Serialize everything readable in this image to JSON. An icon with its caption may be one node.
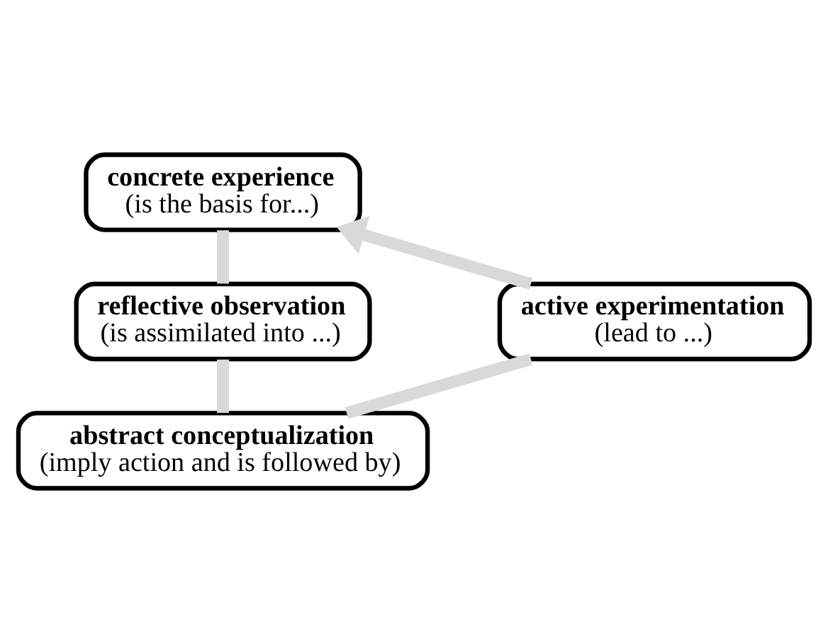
{
  "diagram": {
    "nodes": [
      {
        "text": [
          "concrete experience",
          "(is the basis for...)"
        ]
      },
      {
        "text": [
          "active experimentation",
          "(lead to ...)"
        ]
      },
      {
        "text": [
          "reflective observation",
          "(is assimilated into ...)"
        ]
      },
      {
        "text": [
          "abstract conceptualization",
          "(imply action and is followed by)"
        ]
      }
    ],
    "edges": [
      {
        "from": 0,
        "to": 2,
        "arrow": "none"
      },
      {
        "from": 2,
        "to": 3,
        "arrow": "none"
      },
      {
        "from": 3,
        "to": 1,
        "arrow": "none"
      },
      {
        "from": 1,
        "to": 0,
        "arrow": "to"
      }
    ]
  }
}
